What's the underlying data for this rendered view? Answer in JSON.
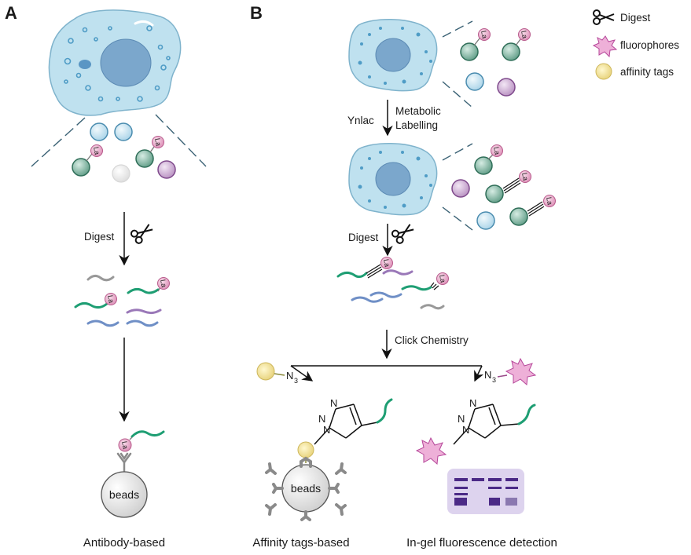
{
  "panels": {
    "a": "A",
    "b": "B"
  },
  "legend": {
    "digest": "Digest",
    "fluorophores": "fluorophores",
    "affinity_tags": "affinity tags"
  },
  "steps": {
    "digest_a": "Digest",
    "probe": "Ynlac",
    "metabolic_line1": "Metabolic",
    "metabolic_line2": "Labelling",
    "digest_b": "Digest",
    "click": "Click Chemistry"
  },
  "chem": {
    "azide_n": "N",
    "azide_sub": "3",
    "ring_n": "N"
  },
  "lactyl_label": "La",
  "beads_label": "beads",
  "captions": {
    "antibody": "Antibody-based",
    "affinity": "Affinity tags-based",
    "ingel": "In-gel fluorescence detection"
  },
  "colors": {
    "cell_fill": "#bfe1ef",
    "nucleus": "#7ba7cc",
    "lactyl": "#e9a8c6",
    "protein_green": "#5f9c86",
    "protein_blue": "#bfe0ef",
    "protein_purple": "#c9a3cf",
    "peptide_green": "#1e9e73",
    "peptide_purple": "#9a78b8",
    "peptide_blue": "#6f8fc6",
    "affinity_tag": "#ecd98a",
    "fluorophore": "#eeb0d8",
    "gel_bg": "#ddd3ee",
    "gel_band": "#4b2a86"
  }
}
